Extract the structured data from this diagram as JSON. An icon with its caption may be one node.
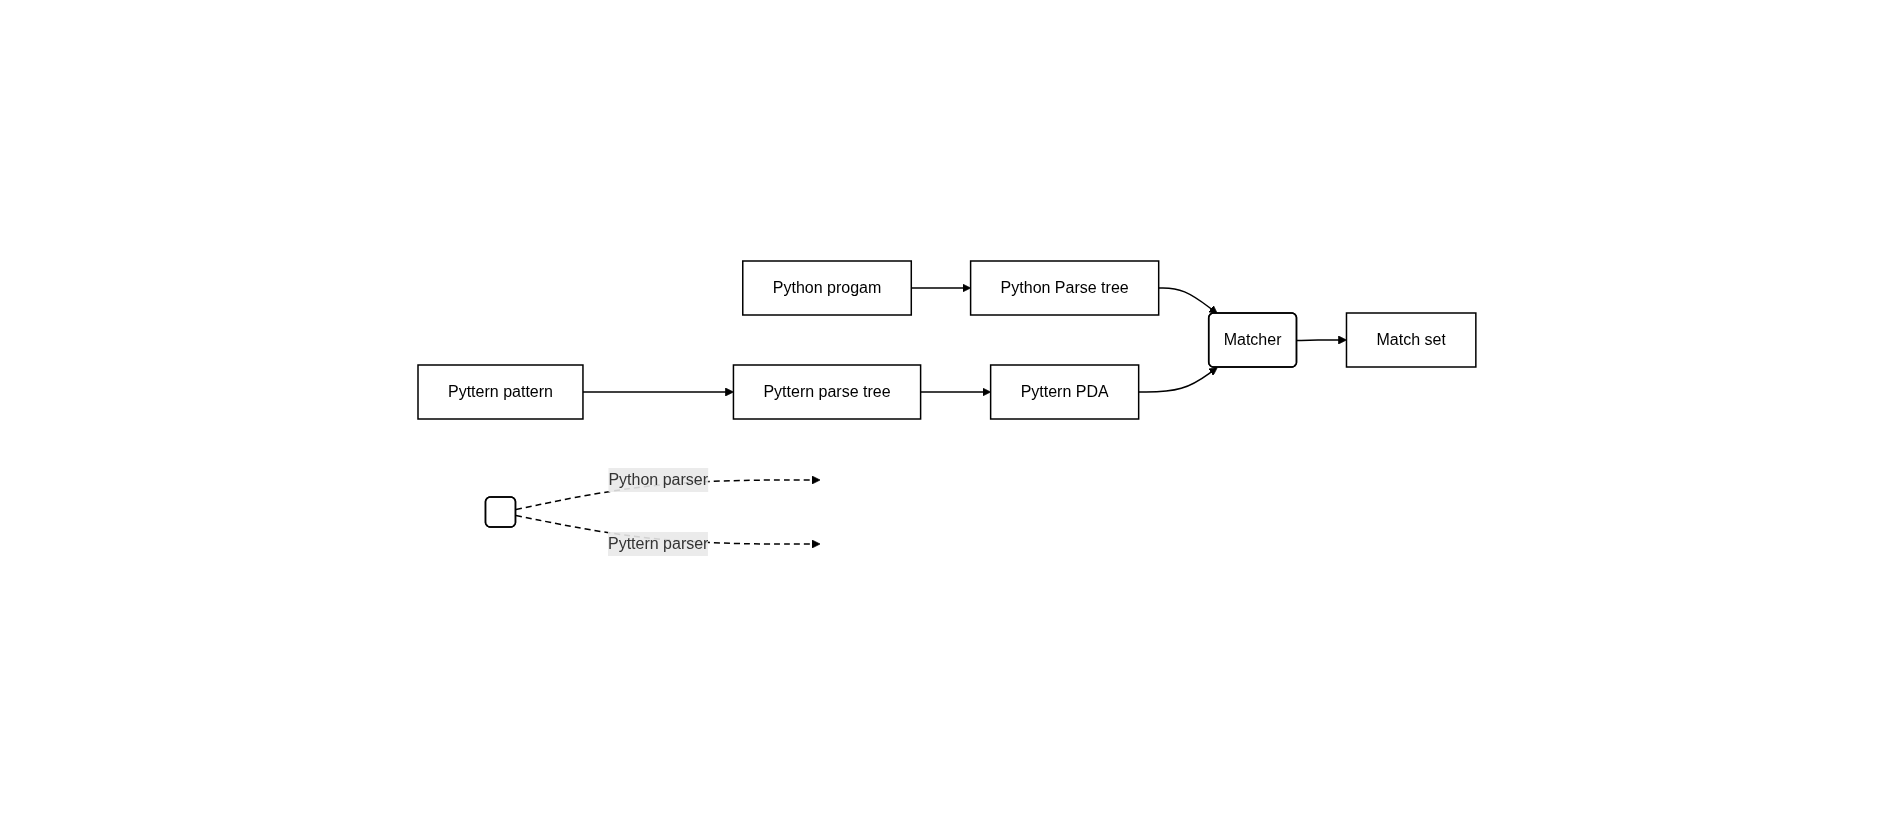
{
  "diagram": {
    "nodes": [
      {
        "text": [
          "Python progam"
        ]
      },
      {
        "text": [
          "Python Parse tree"
        ]
      },
      {
        "text": [],
        "shape": "box"
      },
      {
        "text": [
          "Matcher"
        ]
      },
      {
        "text": [
          "Match set"
        ]
      },
      {
        "text": [
          "Pyttern pattern"
        ]
      },
      {
        "text": [
          "Pyttern parse tree"
        ]
      },
      {
        "text": [
          "Pyttern PDA"
        ]
      }
    ],
    "edges": [
      {
        "from": 0,
        "to": 1,
        "arrow": "to"
      },
      {
        "from": 2,
        "to": null,
        "arrow": "to",
        "style": "dashed",
        "label": "Python parser"
      },
      {
        "from": 2,
        "to": null,
        "arrow": "to",
        "style": "dashed",
        "label": "Pyttern parser"
      },
      {
        "from": 1,
        "to": 3,
        "arrow": "to"
      },
      {
        "from": 3,
        "to": 4,
        "arrow": "to"
      },
      {
        "from": 5,
        "to": 6,
        "arrow": "to"
      },
      {
        "from": 6,
        "to": 7,
        "arrow": "to"
      },
      {
        "from": 7,
        "to": 3,
        "arrow": "to"
      }
    ]
  }
}
